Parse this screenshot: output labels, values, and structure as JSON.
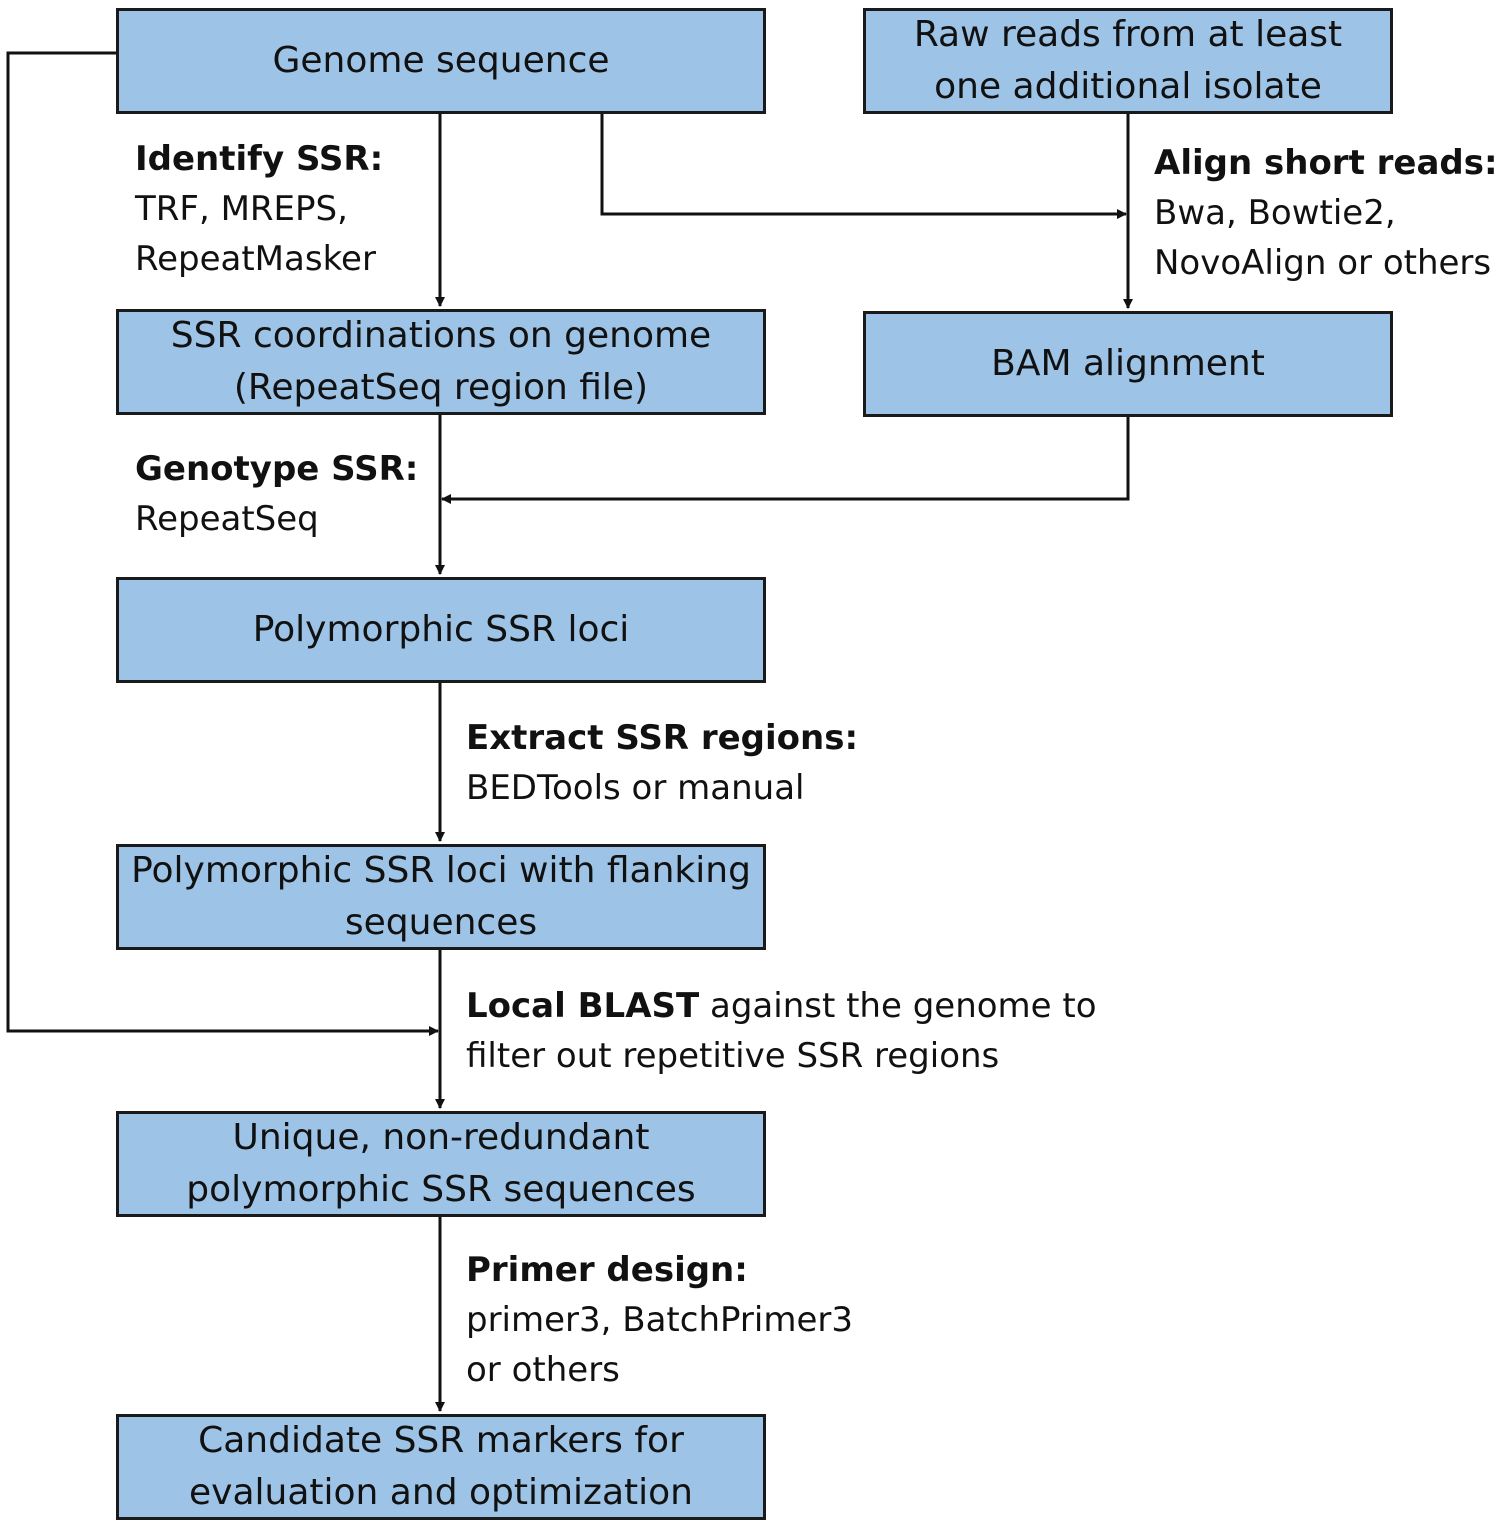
{
  "boxes": {
    "genome": "Genome sequence",
    "raw_reads": "Raw reads from at least\none additional isolate",
    "ssr_coords": "SSR coordinations on genome\n(RepeatSeq region file)",
    "bam": "BAM alignment",
    "polymorphic": "Polymorphic SSR loci",
    "flanking": "Polymorphic SSR loci with flanking\nsequences",
    "unique": "Unique, non-redundant\npolymorphic SSR sequences",
    "candidate": "Candidate SSR markers for\nevaluation and optimization"
  },
  "steps": {
    "identify": {
      "title": "Identify SSR:",
      "line1": "TRF, MREPS,",
      "line2": "RepeatMasker"
    },
    "align": {
      "title": "Align short reads:",
      "line1": "Bwa, Bowtie2,",
      "line2": "NovoAlign or others"
    },
    "genotype": {
      "title": "Genotype SSR:",
      "line1": "RepeatSeq"
    },
    "extract": {
      "title": "Extract SSR regions:",
      "line1": "BEDTools or manual"
    },
    "blast": {
      "title": "Local BLAST",
      "rest": " against the genome to",
      "line2": "filter out repetitive SSR regions"
    },
    "primer": {
      "title": "Primer design:",
      "line1": "primer3, BatchPrimer3",
      "line2": "or others"
    }
  }
}
